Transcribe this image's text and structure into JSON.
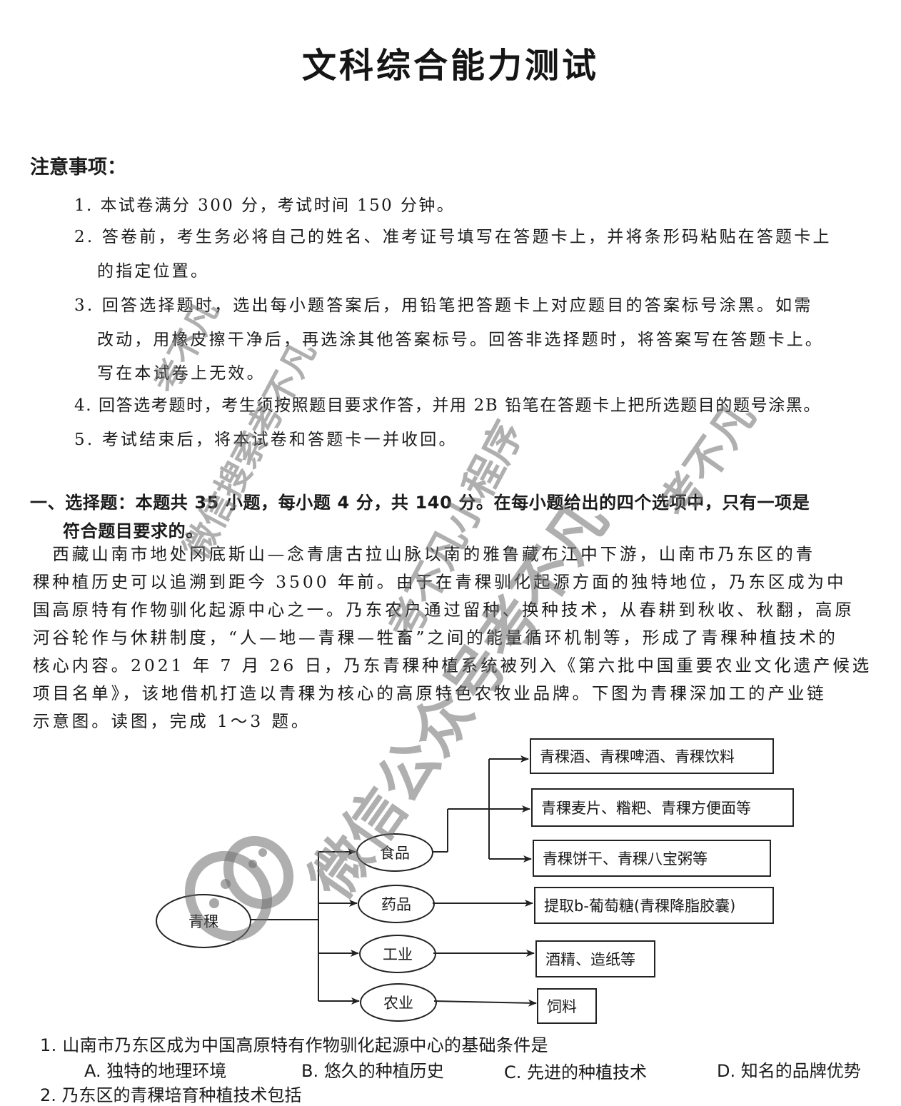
{
  "title": "文科综合能力测试",
  "notice": {
    "heading": "注意事项：",
    "items": [
      "1. 本试卷满分 300 分，考试时间 150 分钟。",
      "2. 答卷前，考生务必将自己的姓名、准考证号填写在答题卡上，并将条形码粘贴在答题卡上",
      "的指定位置。",
      "3. 回答选择题时，选出每小题答案后，用铅笔把答题卡上对应题目的答案标号涂黑。如需",
      "改动，用橡皮擦干净后，再选涂其他答案标号。回答非选择题时，将答案写在答题卡上。",
      "写在本试卷上无效。",
      "4. 回答选考题时，考生须按照题目要求作答，并用 2B 铅笔在答题卡上把所选题目的题号涂黑。",
      "5. 考试结束后，将本试卷和答题卡一并收回。"
    ]
  },
  "section1": {
    "heading_line1": "一、选择题：本题共 35 小题，每小题 4 分，共 140 分。在每小题给出的四个选项中，只有一项是",
    "heading_line2": "符合题目要求的。"
  },
  "passage": {
    "lines": [
      "　西藏山南市地处冈底斯山—念青唐古拉山脉以南的雅鲁藏布江中下游，山南市乃东区的青",
      "稞种植历史可以追溯到距今 3500 年前。由于在青稞驯化起源方面的独特地位，乃东区成为中",
      "国高原特有作物驯化起源中心之一。乃东农户通过留种、换种技术，从春耕到秋收、秋翻，高原",
      "河谷轮作与休耕制度，“人—地—青稞—牲畜”之间的能量循环机制等，形成了青稞种植技术的",
      "核心内容。2021 年 7 月 26 日，乃东青稞种植系统被列入《第六批中国重要农业文化遗产候选",
      "项目名单》，该地借机打造以青稞为核心的高原特色农牧业品牌。下图为青稞深加工的产业链",
      "示意图。读图，完成 1～3 题。"
    ]
  },
  "diagram": {
    "root": "青稞",
    "branches": [
      {
        "label": "食品",
        "outputs": [
          "青稞酒、青稞啤酒、青稞饮料",
          "青稞麦片、糌粑、青稞方便面等",
          "青稞饼干、青稞八宝粥等"
        ]
      },
      {
        "label": "药品",
        "outputs": [
          "提取b-葡萄糖(青稞降脂胶囊)"
        ]
      },
      {
        "label": "工业",
        "outputs": [
          "酒精、造纸等"
        ]
      },
      {
        "label": "农业",
        "outputs": [
          "饲料"
        ]
      }
    ]
  },
  "question1": {
    "stem": "1. 山南市乃东区成为中国高原特有作物驯化起源中心的基础条件是",
    "options": [
      "A. 独特的地理环境",
      "B. 悠久的种植历史",
      "C. 先进的种植技术",
      "D. 知名的品牌优势"
    ]
  },
  "question2": {
    "stem_partial": "2. 乃东区的青稞培育种植技术包括"
  },
  "watermarks": [
    "考不凡",
    "微信搜索考不凡",
    "考不凡小程序",
    "考不凡",
    "微信公众号考不凡"
  ]
}
